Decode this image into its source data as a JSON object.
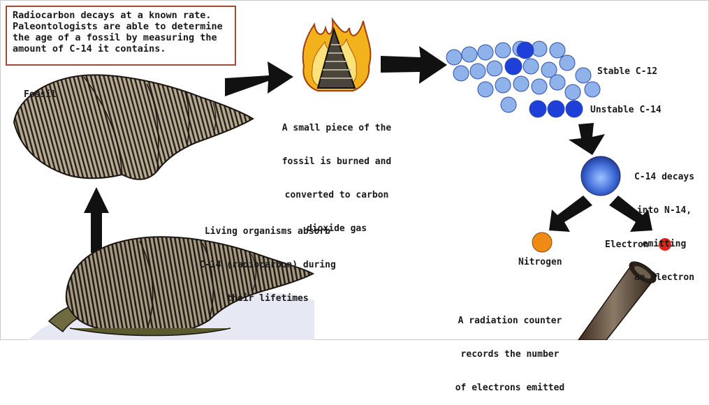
{
  "intro": {
    "lines": [
      "Radiocarbon decays at a known rate.",
      "Paleontologists are able to determine",
      "the age of a fossil by measuring the",
      "amount of C-14 it contains."
    ]
  },
  "labels": {
    "fossil": "Fossil",
    "burn": [
      "A small piece of the",
      "fossil is burned and",
      "converted to carbon",
      "dioxide gas"
    ],
    "stable": "Stable C-12",
    "unstable": "Unstable C-14",
    "decay": [
      "C-14 decays",
      "into N-14,",
      "emitting",
      "an electron"
    ],
    "nitrogen": "Nitrogen",
    "electron": "Electron",
    "living": [
      "Living organisms absorb",
      "C-14 (radiocarbon) during",
      "their lifetimes"
    ],
    "counter": [
      "A radiation counter",
      "records the number",
      "of electrons emitted"
    ]
  },
  "colors": {
    "box_border": "#a34a3c",
    "c12": "#8fb2ea",
    "c14": "#1e3fd8",
    "nitrogen": "#f08a16",
    "electron": "#e0241b",
    "arrow": "#111111"
  }
}
